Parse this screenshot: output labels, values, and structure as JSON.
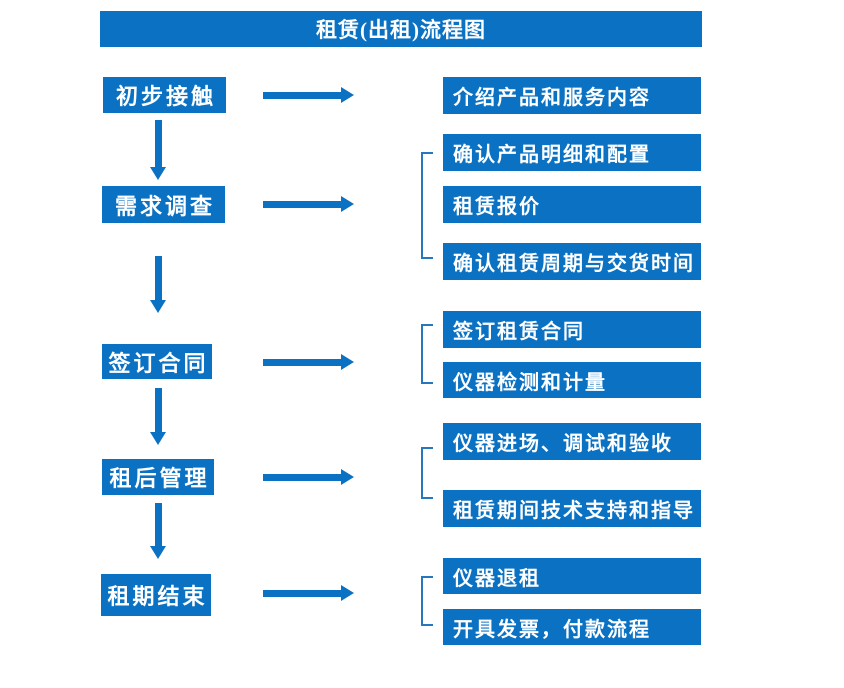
{
  "header": {
    "title": "租赁(出租)流程图"
  },
  "colors": {
    "accent_blue": "#0B71C2",
    "text_on_accent": "#FFFFFF",
    "background": "#FFFFFF"
  },
  "flow": {
    "steps": [
      {
        "label": "初步接触",
        "outputs": [
          "介绍产品和服务内容"
        ]
      },
      {
        "label": "需求调查",
        "outputs": [
          "确认产品明细和配置",
          "租赁报价",
          "确认租赁周期与交货时间"
        ]
      },
      {
        "label": "签订合同",
        "outputs": [
          "签订租赁合同",
          "仪器检测和计量"
        ]
      },
      {
        "label": "租后管理",
        "outputs": [
          "仪器进场、调试和验收",
          "租赁期间技术支持和指导"
        ]
      },
      {
        "label": "租期结束",
        "outputs": [
          "仪器退租",
          "开具发票，付款流程"
        ]
      }
    ]
  }
}
